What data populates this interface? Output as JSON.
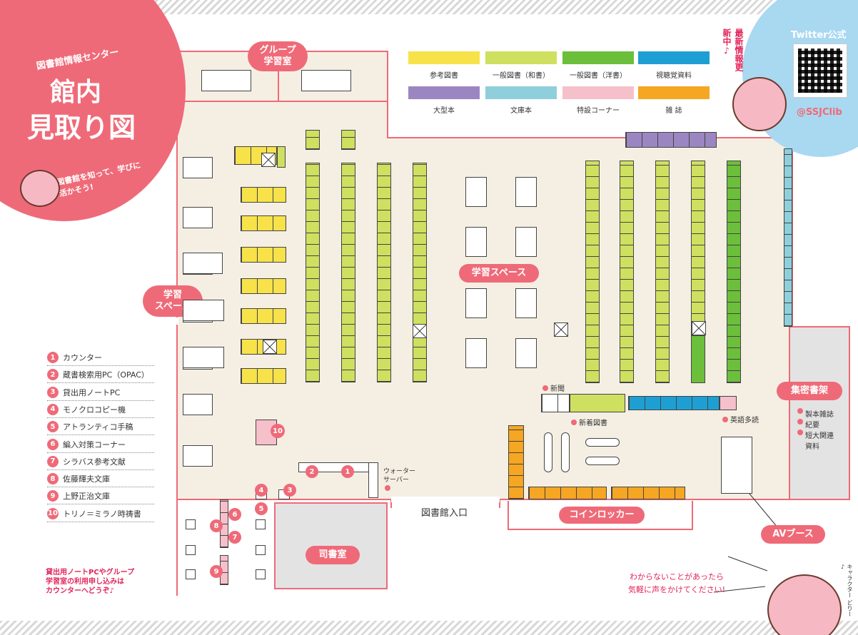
{
  "header": {
    "center_name": "図書館情報センター",
    "title_line1": "館内",
    "title_line2": "見取り図",
    "subtitle": "図書館を知って、学びに活かそう!"
  },
  "twitter": {
    "label": "Twitter公式",
    "handle": "@SSJClib",
    "update_note": "最新情報更新中♪"
  },
  "color_key": [
    {
      "label": "参考図書",
      "color": "#f7e24a"
    },
    {
      "label": "一般図書（和書）",
      "color": "#cfe060"
    },
    {
      "label": "一般図書（洋書）",
      "color": "#6cbf3b"
    },
    {
      "label": "視聴覚資料",
      "color": "#1e9fd4"
    },
    {
      "label": "大型本",
      "color": "#9b86c2"
    },
    {
      "label": "文庫本",
      "color": "#8fcfdc"
    },
    {
      "label": "特設コーナー",
      "color": "#f6c0cb"
    },
    {
      "label": "雑 誌",
      "color": "#f5a623"
    }
  ],
  "areas": {
    "group_study": "グループ\n学習室",
    "study_space_left": "学習\nスペース",
    "study_space_center": "学習スペース",
    "closed_stacks": "集密書架",
    "librarian_room": "司書室",
    "entrance": "図書館入口",
    "coin_locker": "コインロッカー",
    "av_booth": "AVブース",
    "water_server": "ウォーター\nサーバー",
    "newspaper": "新聞",
    "new_books": "新着図書",
    "english_reading": "英語多読"
  },
  "closed_stacks_items": [
    "製本雑誌",
    "紀要",
    "短大関連\n資料"
  ],
  "legend": [
    {
      "num": "1",
      "label": "カウンター"
    },
    {
      "num": "2",
      "label": "蔵書検索用PC（OPAC）"
    },
    {
      "num": "3",
      "label": "貸出用ノートPC"
    },
    {
      "num": "4",
      "label": "モノクロコピー機"
    },
    {
      "num": "5",
      "label": "アトランティコ手稿"
    },
    {
      "num": "6",
      "label": "編入対策コーナー"
    },
    {
      "num": "7",
      "label": "シラバス参考文献"
    },
    {
      "num": "8",
      "label": "佐藤輝夫文庫"
    },
    {
      "num": "9",
      "label": "上野正治文庫"
    },
    {
      "num": "10",
      "label": "トリノ＝ミラノ時祷書"
    }
  ],
  "note": "貸出用ノートPCやグループ\n学習室の利用申し込みは\nカウンターへどうぞ♪",
  "help_message": "わからないことがあったら\n気軽に声をかけてください!",
  "mascot_name": "キャラクター どりー♪",
  "colors": {
    "accent": "#ef6a78",
    "floor": "#f5efe3",
    "gray_room": "#e3e3e3"
  }
}
